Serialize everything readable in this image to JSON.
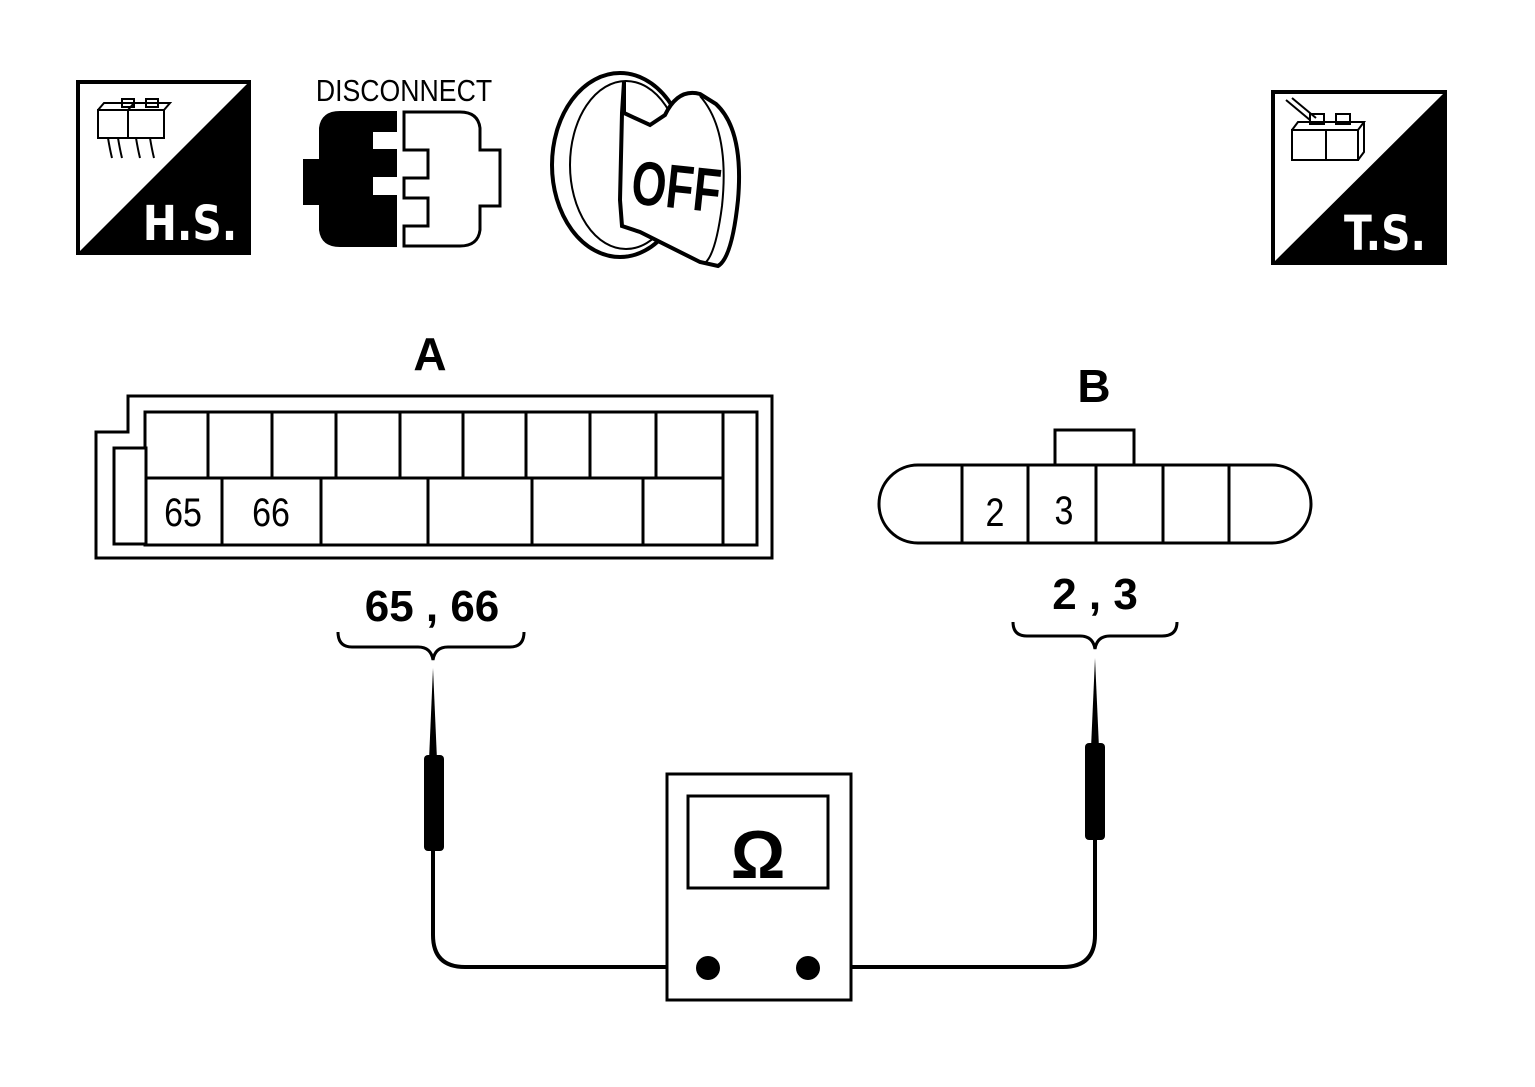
{
  "icons": {
    "harness_side": {
      "label": "H.S."
    },
    "terminal_side": {
      "label": "T.S."
    },
    "disconnect": {
      "label": "DISCONNECT"
    },
    "ignition": {
      "label": "OFF"
    }
  },
  "connector_a": {
    "label": "A",
    "cells": [
      "65",
      "66"
    ],
    "callout": "65 , 66"
  },
  "connector_b": {
    "label": "B",
    "cells": [
      "2",
      "3"
    ],
    "callout": "2 , 3"
  },
  "meter": {
    "symbol": "Ω"
  }
}
